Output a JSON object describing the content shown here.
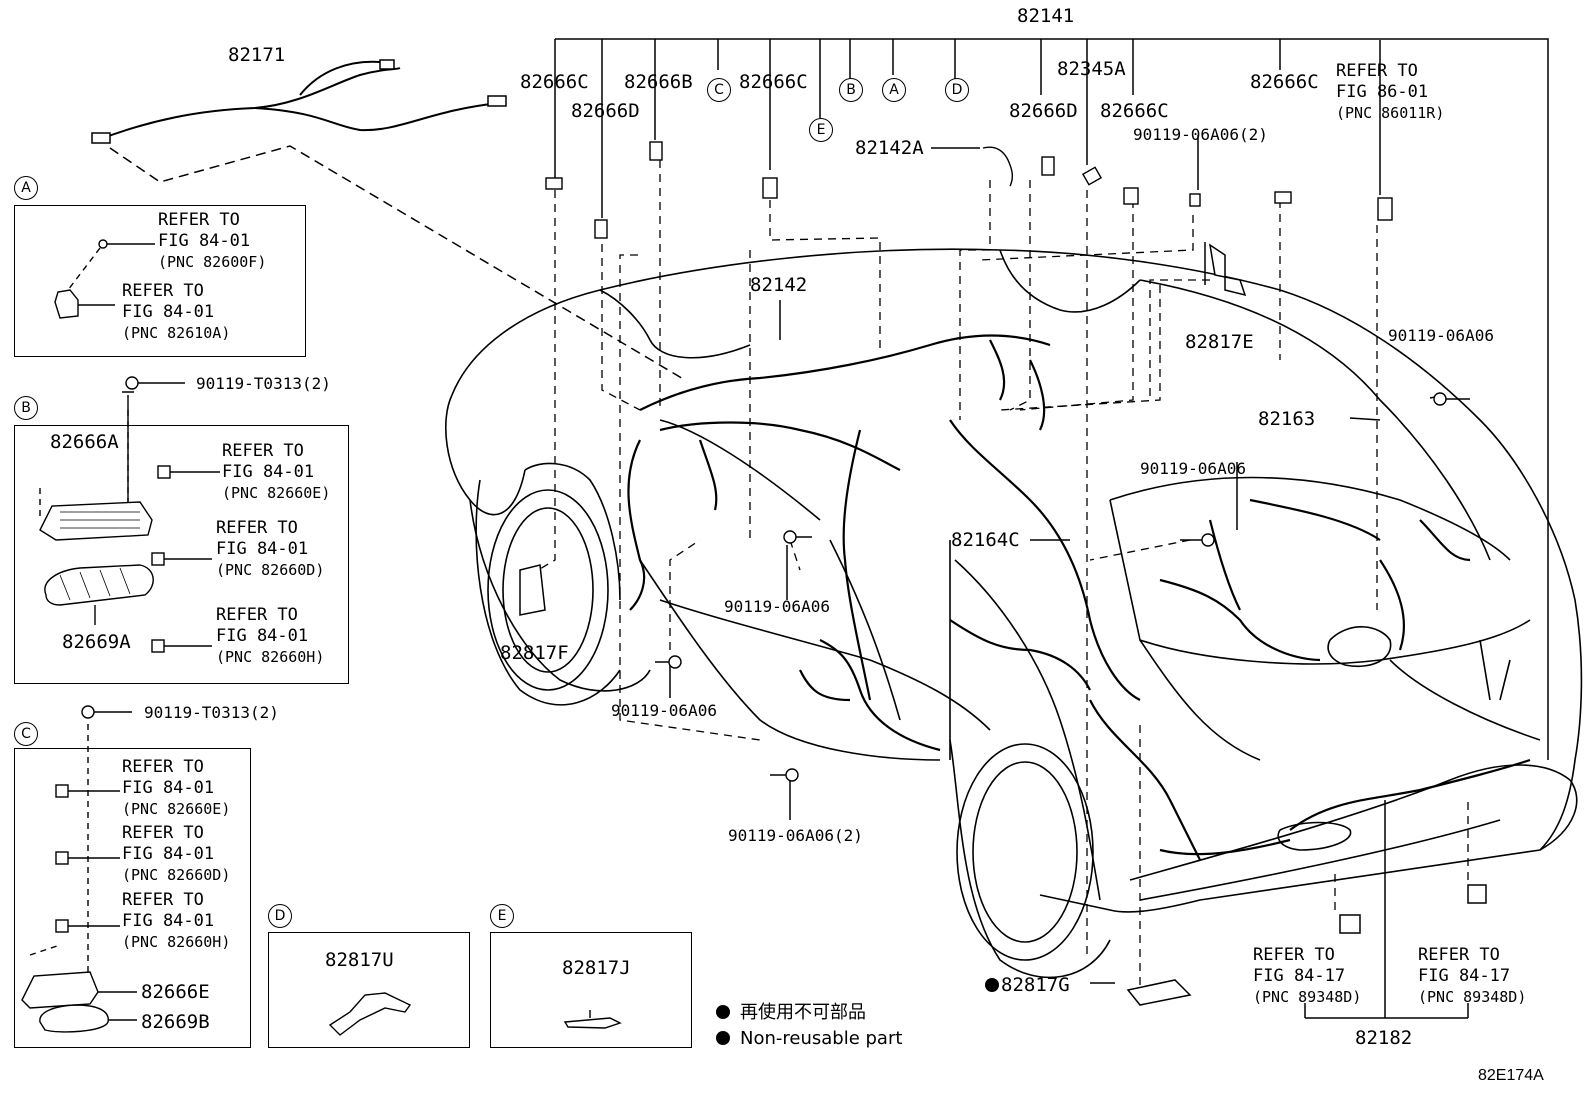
{
  "diagram_code": "82E174A",
  "legend": {
    "items": [
      {
        "text": "再使用不可部品"
      },
      {
        "text": "Non-reusable part"
      }
    ]
  },
  "main_labels": {
    "p82141": "82141",
    "p82171": "82171",
    "p82666C_1": "82666C",
    "p82666D_1": "82666D",
    "p82666B": "82666B",
    "p82666C_2": "82666C",
    "p82345A": "82345A",
    "p82666D_2": "82666D",
    "p82666C_3": "82666C",
    "p82666C_4": "82666C",
    "p82142A": "82142A",
    "p90119_06A06_2a": "90119-06A06(2)",
    "p82142": "82142",
    "p82817E": "82817E",
    "p90119_06A06_r": "90119-06A06",
    "p82163": "82163",
    "p90119_06A06_m": "90119-06A06",
    "p82164C": "82164C",
    "p90119_06A06_c": "90119-06A06",
    "p82817F": "82817F",
    "p90119_06A06_l": "90119-06A06",
    "p90119_06A06_2b": "90119-06A06(2)",
    "p82817G": "82817G",
    "p82182": "82182"
  },
  "refer_top": {
    "line1": "REFER TO",
    "line2": "FIG 86-01",
    "pnc": "(PNC 86011R)"
  },
  "refer_rear1": {
    "line1": "REFER TO",
    "line2": "FIG 84-17",
    "pnc": "(PNC 89348D)"
  },
  "refer_rear2": {
    "line1": "REFER TO",
    "line2": "FIG 84-17",
    "pnc": "(PNC 89348D)"
  },
  "circle_tags": {
    "A": "A",
    "B": "B",
    "C": "C",
    "D": "D",
    "E": "E"
  },
  "box_a": {
    "tag": "A",
    "refs": [
      {
        "line1": "REFER TO",
        "line2": "FIG 84-01",
        "pnc": "(PNC 82600F)"
      },
      {
        "line1": "REFER TO",
        "line2": "FIG 84-01",
        "pnc": "(PNC 82610A)"
      }
    ]
  },
  "box_b": {
    "tag": "B",
    "bolt": "90119-T0313(2)",
    "part_top": "82666A",
    "part_bottom": "82669A",
    "refs": [
      {
        "line1": "REFER TO",
        "line2": "FIG 84-01",
        "pnc": "(PNC 82660E)"
      },
      {
        "line1": "REFER TO",
        "line2": "FIG 84-01",
        "pnc": "(PNC 82660D)"
      },
      {
        "line1": "REFER TO",
        "line2": "FIG 84-01",
        "pnc": "(PNC 82660H)"
      }
    ]
  },
  "box_c": {
    "tag": "C",
    "bolt": "90119-T0313(2)",
    "part_top": "82666E",
    "part_bottom": "82669B",
    "refs": [
      {
        "line1": "REFER TO",
        "line2": "FIG 84-01",
        "pnc": "(PNC 82660E)"
      },
      {
        "line1": "REFER TO",
        "line2": "FIG 84-01",
        "pnc": "(PNC 82660D)"
      },
      {
        "line1": "REFER TO",
        "line2": "FIG 84-01",
        "pnc": "(PNC 82660H)"
      }
    ]
  },
  "box_d": {
    "tag": "D",
    "part": "82817U"
  },
  "box_e": {
    "tag": "E",
    "part": "82817J"
  }
}
